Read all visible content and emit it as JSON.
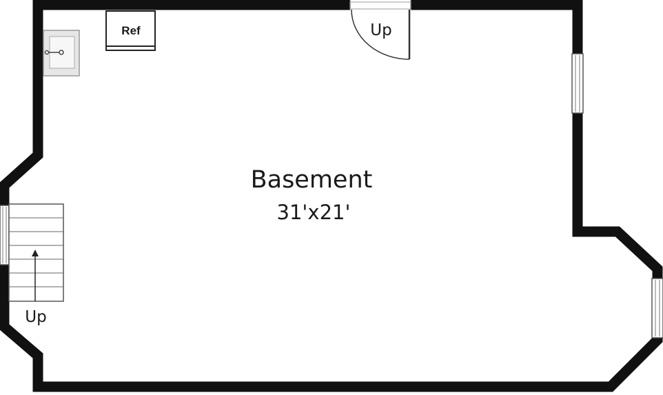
{
  "room": {
    "name": "Basement",
    "dimensions": "31'x21'"
  },
  "fixtures": {
    "refrigerator_label": "Ref"
  },
  "stairs": {
    "door_stair_label": "Up",
    "left_stair_label": "Up"
  },
  "colors": {
    "wall": "#111111",
    "window_fill": "#ffffff",
    "sink_fill": "#e6e6e6"
  }
}
